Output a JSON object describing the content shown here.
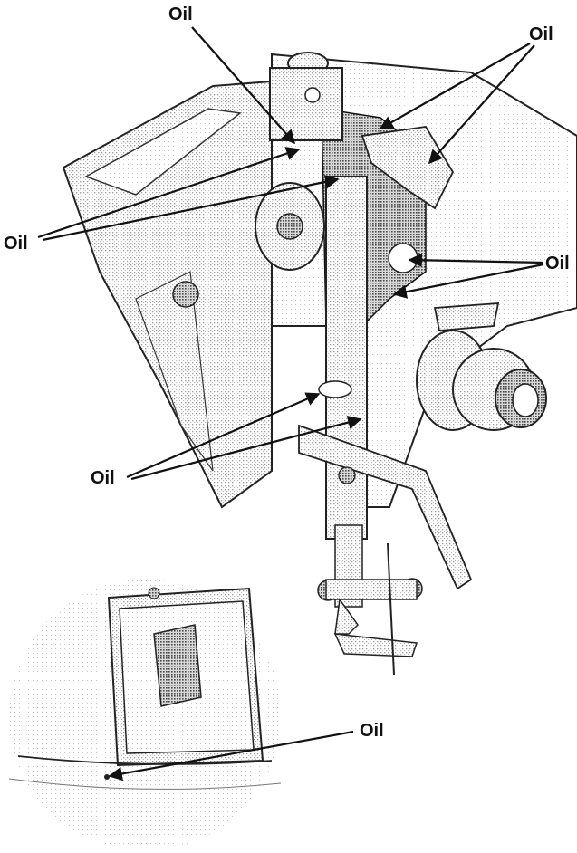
{
  "labels": {
    "oil_top": "Oil",
    "oil_top_right": "Oil",
    "oil_left": "Oil",
    "oil_right": "Oil",
    "oil_lower_left": "Oil",
    "oil_bottom": "Oil"
  }
}
